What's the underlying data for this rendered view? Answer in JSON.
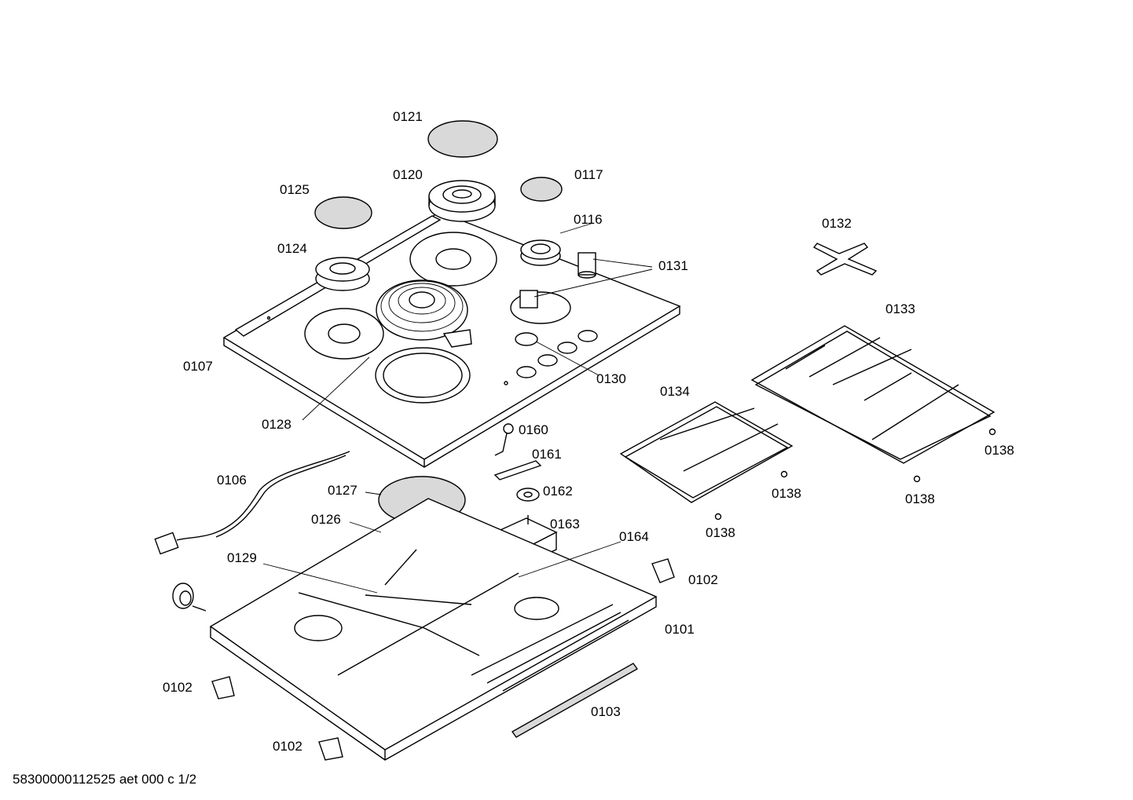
{
  "footer": "58300000112525 aet 000 c 1/2",
  "labels": {
    "p0121": "0121",
    "p0120": "0120",
    "p0117": "0117",
    "p0125": "0125",
    "p0116": "0116",
    "p0124": "0124",
    "p0131": "0131",
    "p0132": "0132",
    "p0133": "0133",
    "p0107": "0107",
    "p0130": "0130",
    "p0134": "0134",
    "p0128": "0128",
    "p0160": "0160",
    "p0161": "0161",
    "p0106": "0106",
    "p0138a": "0138",
    "p0127": "0127",
    "p0162": "0162",
    "p0138b": "0138",
    "p0138c": "0138",
    "p0126": "0126",
    "p0163": "0163",
    "p0138d": "0138",
    "p0164": "0164",
    "p0129": "0129",
    "p0102a": "0102",
    "p0101": "0101",
    "p0102b": "0102",
    "p0103": "0103",
    "p0102c": "0102"
  }
}
